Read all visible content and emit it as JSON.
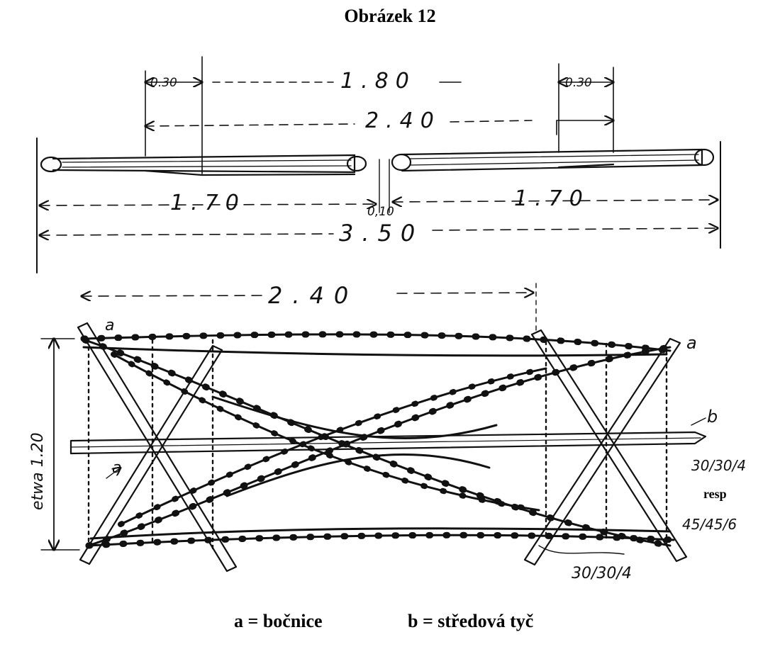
{
  "figure": {
    "title": "Obrázek 12",
    "legend_a": "a = bočnice",
    "legend_b": "b = středová tyč"
  },
  "top_view": {
    "dim_overhang_left": "0.30",
    "dim_overhang_right": "0.30",
    "dim_inner": "1.80",
    "dim_posts": "2.40",
    "dim_half_left": "1.70",
    "dim_half_right": "1.70",
    "dim_gap": "0,10",
    "dim_total": "3.50"
  },
  "side_view": {
    "dim_length": "2.40",
    "dim_height": "etwa 1.20",
    "label_a_left": "a",
    "label_a_inner": "a",
    "label_a_right": "a",
    "label_b": "b",
    "profile_center_1": "30/30/4",
    "resp": "resp",
    "profile_center_2": "45/45/6",
    "profile_side": "30/30/4"
  },
  "colors": {
    "ink": "#111111",
    "paper": "#ffffff"
  }
}
